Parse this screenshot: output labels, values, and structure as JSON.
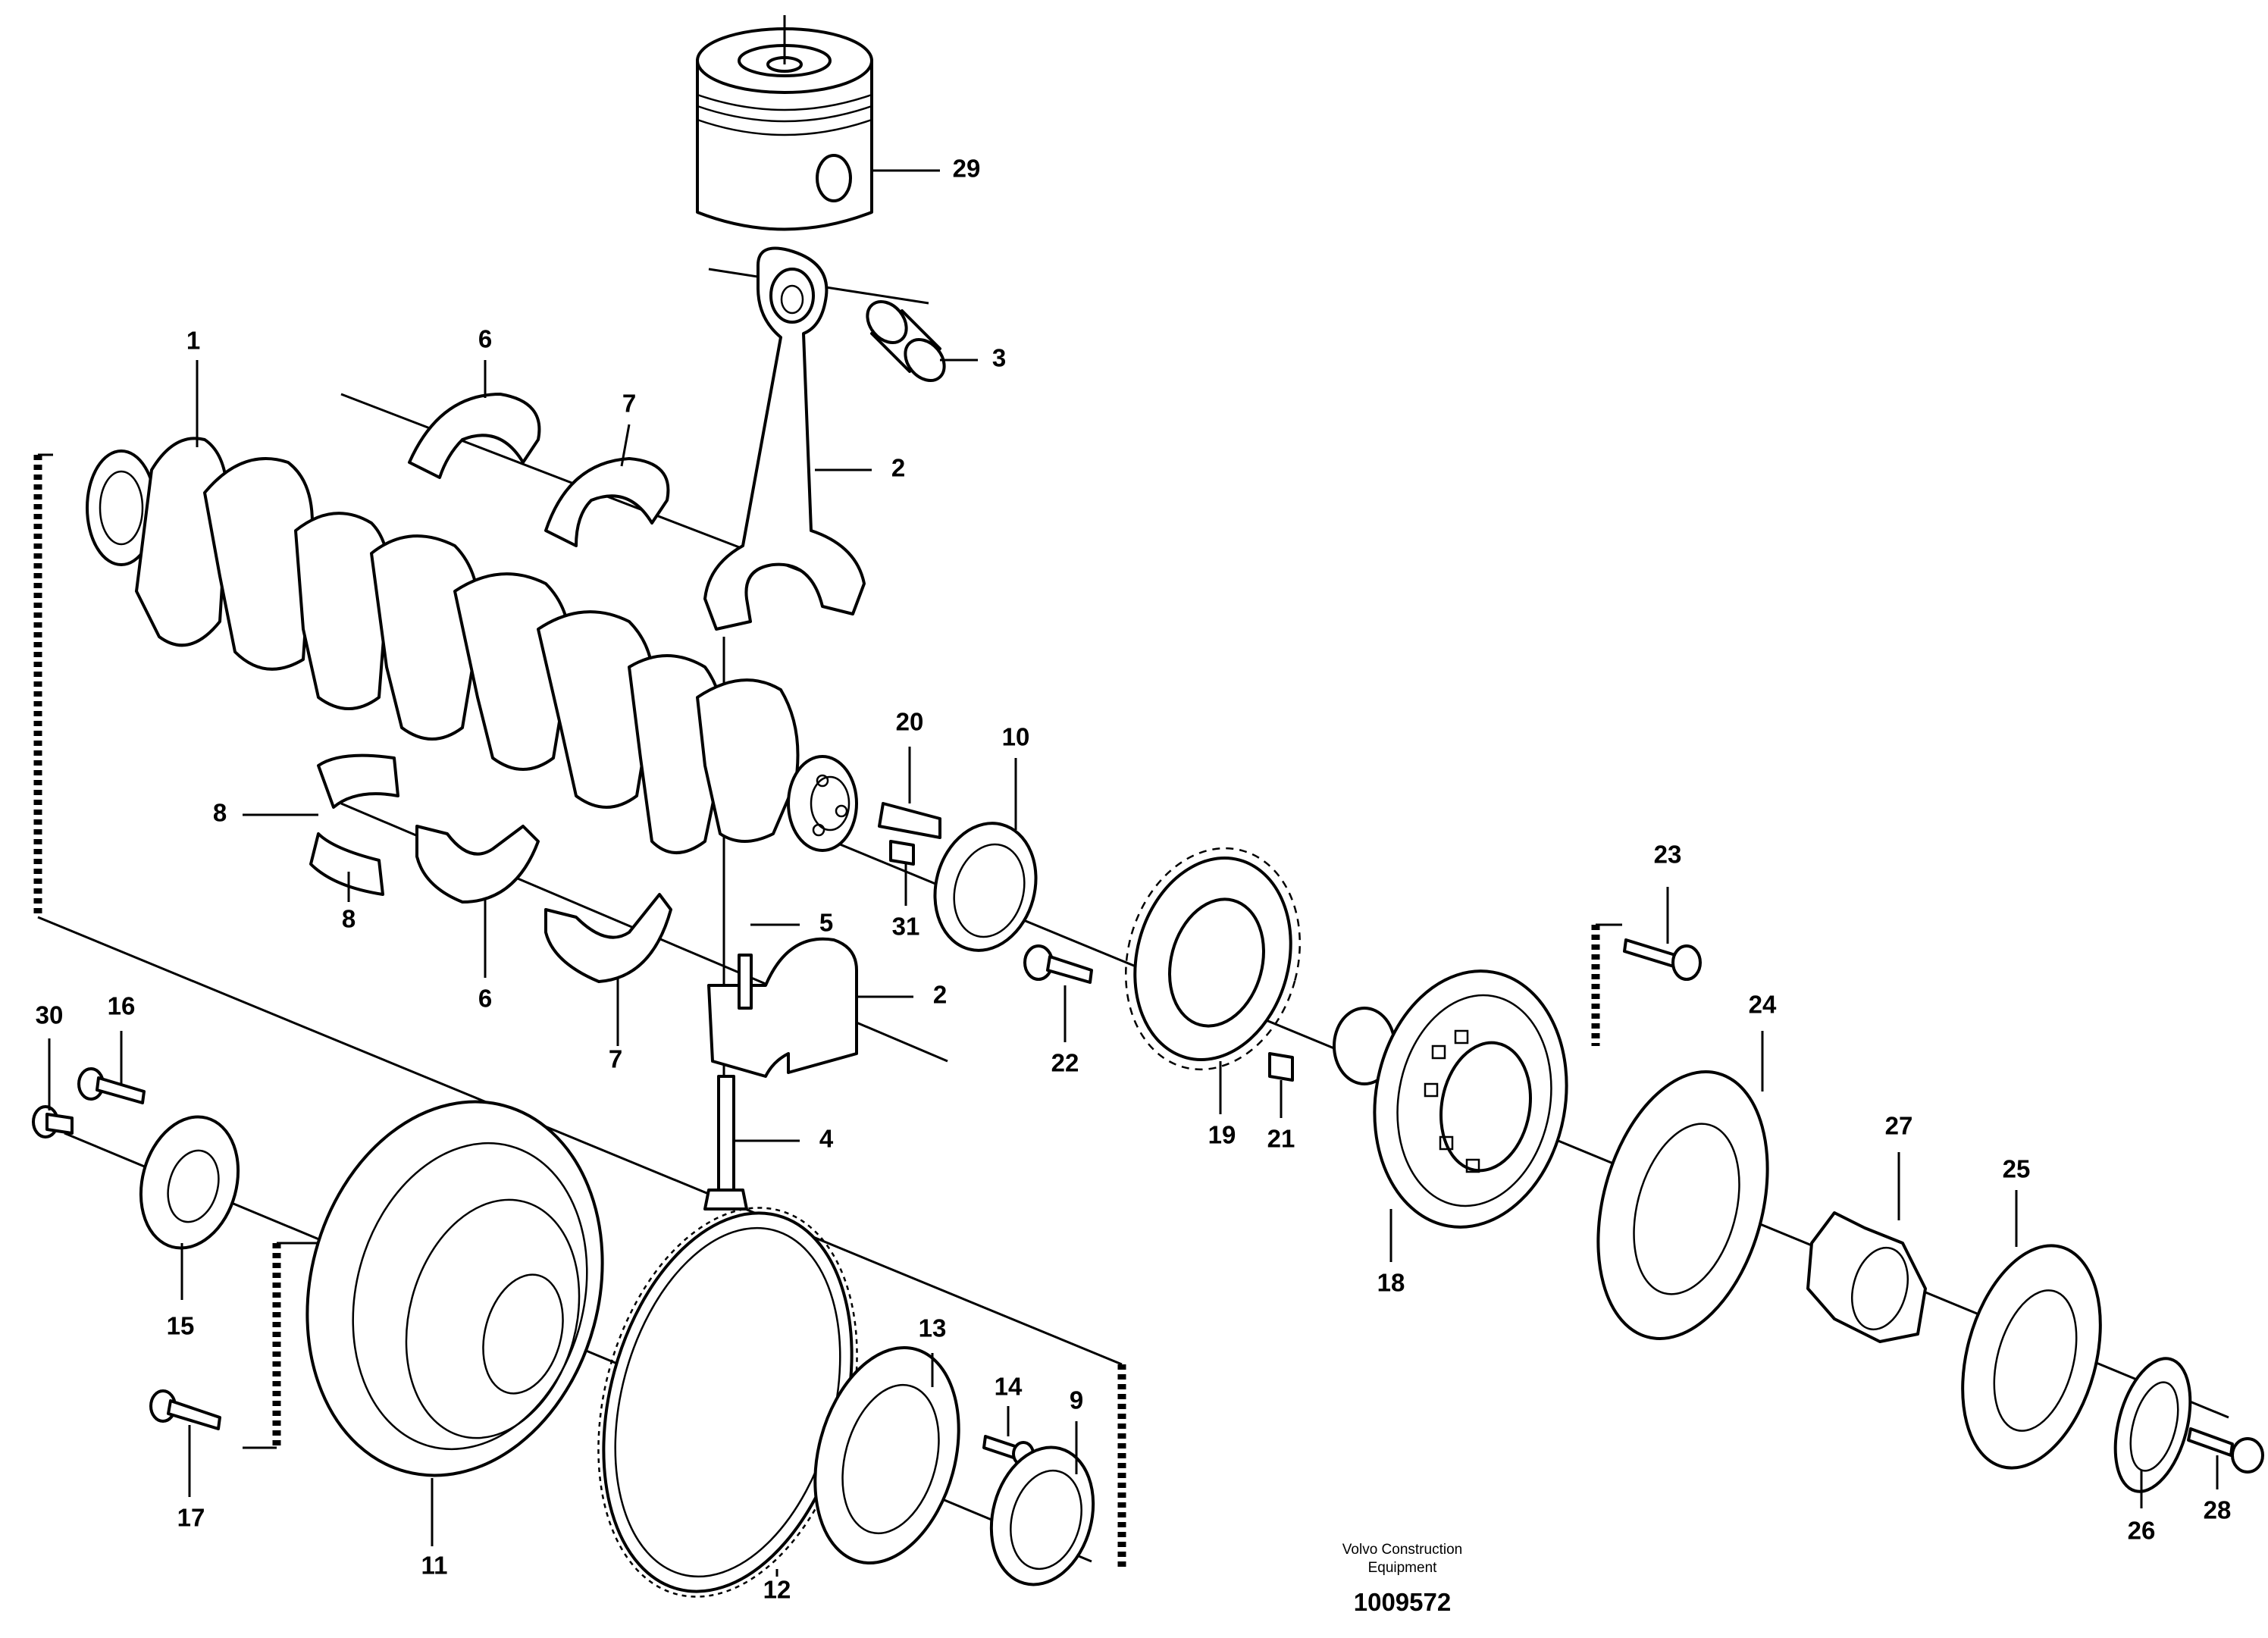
{
  "callouts": {
    "c1": "1",
    "c2a": "2",
    "c2b": "2",
    "c3": "3",
    "c4": "4",
    "c5": "5",
    "c6a": "6",
    "c6b": "6",
    "c7a": "7",
    "c7b": "7",
    "c8a": "8",
    "c8b": "8",
    "c9": "9",
    "c10": "10",
    "c11": "11",
    "c12": "12",
    "c13": "13",
    "c14": "14",
    "c15": "15",
    "c16": "16",
    "c17": "17",
    "c18": "18",
    "c19": "19",
    "c20": "20",
    "c21": "21",
    "c22": "22",
    "c23": "23",
    "c24": "24",
    "c25": "25",
    "c26": "26",
    "c27": "27",
    "c28": "28",
    "c29": "29",
    "c30": "30",
    "c31": "31"
  },
  "footer": {
    "company_line1": "Volvo Construction",
    "company_line2": "Equipment",
    "document_number": "1009572"
  }
}
